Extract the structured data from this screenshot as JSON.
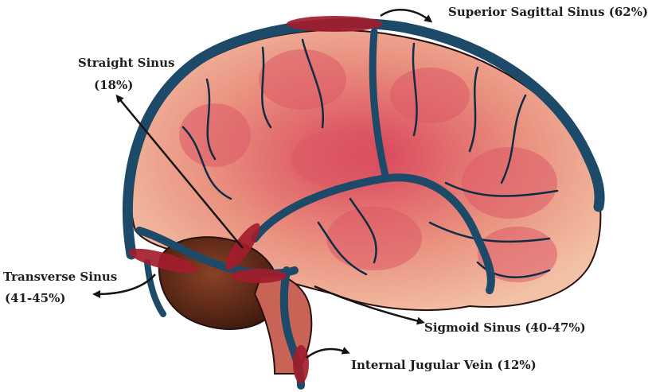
{
  "labels": {
    "superior_sagittal": "Superior Sagittal Sinus (62%)",
    "straight_line1": "Straight Sinus",
    "straight_line2": "(18%)",
    "transverse_line1": "Transverse Sinus",
    "transverse_line2": "(41-45%)",
    "sigmoid": "Sigmoid Sinus (40-47%)",
    "internal_jugular": "Internal Jugular Vein (12%)"
  },
  "colors": {
    "brain_fill": "#e98f7e",
    "brain_highlight": "#d8425a",
    "vein": "#1d4a68",
    "vein_dark": "#0f2d44",
    "sinus_marker": "#a31d2c",
    "cerebellum": "#5a2a18",
    "arrow": "#141414"
  }
}
